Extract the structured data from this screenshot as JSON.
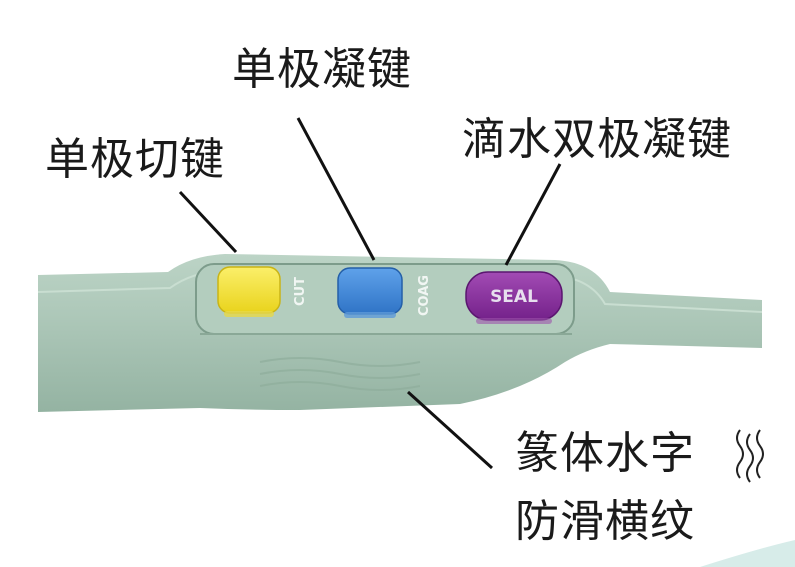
{
  "labels": {
    "cut_key": "单极切键",
    "coag_key": "单极凝键",
    "seal_key": "滴水双极凝键",
    "grip_line1": "篆体水字",
    "grip_line2": "防滑横纹"
  },
  "buttons": {
    "cut_silk": "CUT",
    "coag_silk": "COAG",
    "seal_label": "SEAL"
  },
  "colors": {
    "handle": "#a8c3b4",
    "cut_button": "#f3e13c",
    "coag_button": "#3d85d6",
    "seal_button": "#8a2f9c"
  },
  "icons": {
    "grip_symbol": "water-wave-icon"
  }
}
